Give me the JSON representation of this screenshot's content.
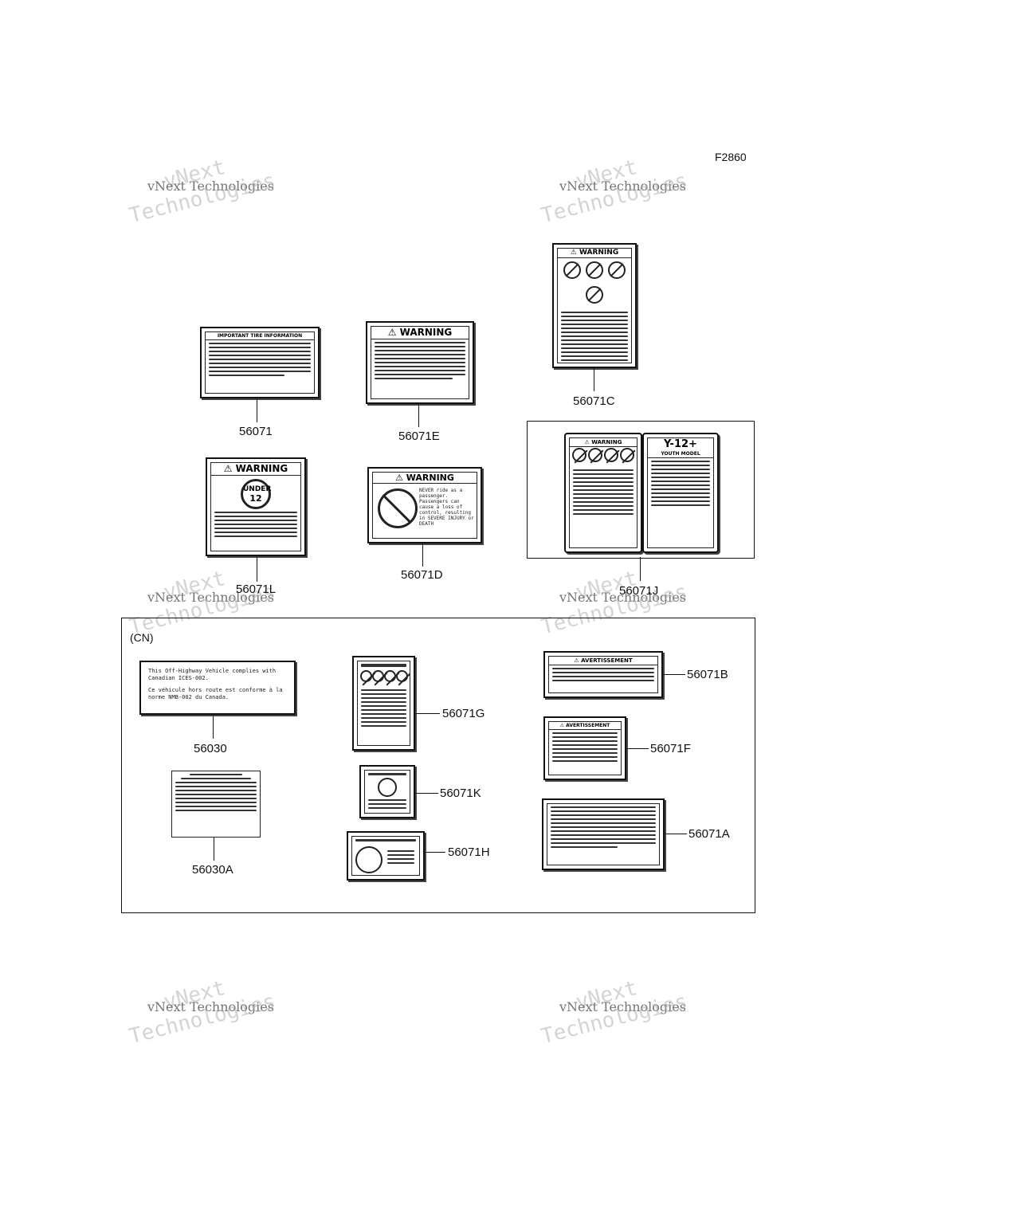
{
  "figure_id": "F2860",
  "watermark": {
    "line1": "vNext",
    "line2": "vNext Technologies",
    "line3": "Technologies"
  },
  "parts": {
    "p56071": "56071",
    "p56071E": "56071E",
    "p56071C": "56071C",
    "p56071L": "56071L",
    "p56071D": "56071D",
    "p56071J": "56071J",
    "p56030": "56030",
    "p56071G": "56071G",
    "p56071B": "56071B",
    "p56071F": "56071F",
    "p56071K": "56071K",
    "p56030A": "56030A",
    "p56071H": "56071H",
    "p56071A": "56071A"
  },
  "region_label": "(CN)",
  "labels": {
    "tire_title": "IMPORTANT TIRE INFORMATION",
    "warning": "WARNING",
    "under": "UNDER",
    "age": "12",
    "never_line": "NEVER",
    "pass_text": "NEVER ride as a passenger. Passengers can cause a loss of control, resulting in SEVERE INJURY or DEATH",
    "y12": "Y-12+",
    "youth": "YOUTH MODEL",
    "avert": "AVERTISSEMENT",
    "cn_title": "This Off-Highway Vehicle complies with Canadian ICES-002.",
    "cn_fr": "Ce véhicule hors route est conforme à la norme NMB-002 du Canada."
  }
}
